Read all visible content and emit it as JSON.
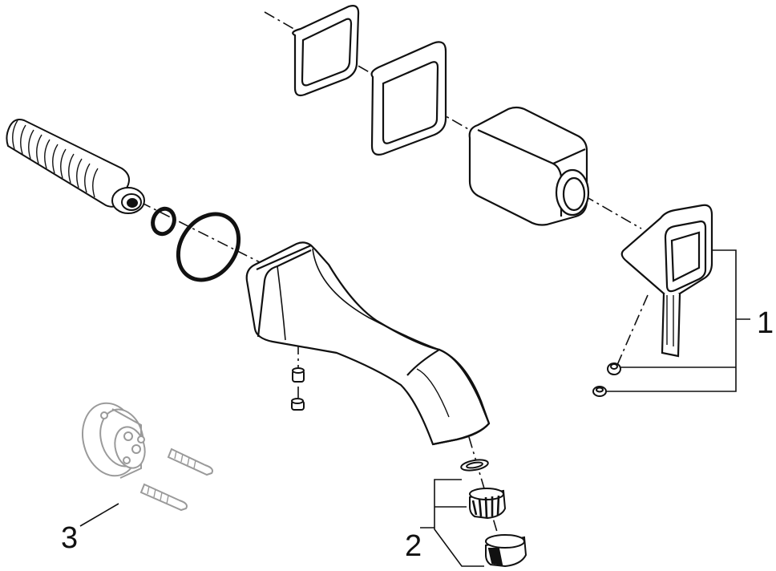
{
  "callouts": {
    "one": "1",
    "two": "2",
    "three": "3"
  },
  "colors": {
    "ink": "#111111",
    "ghost": "#9a9a9a",
    "paper": "#ffffff",
    "shade": "#d9d9d9"
  }
}
